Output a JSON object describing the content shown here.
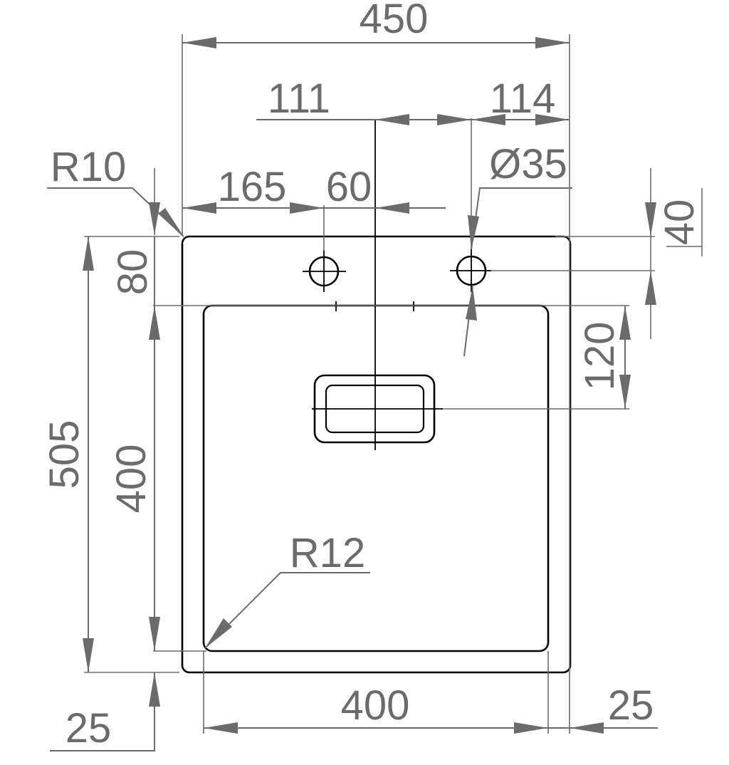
{
  "dimensions": {
    "overall_width": "450",
    "tap_hole_from_left": "111",
    "tap_hole_from_right": "114",
    "corner_radius_outer": "R10",
    "offset_left": "165",
    "offset_center": "60",
    "tap_hole_diameter": "Ø35",
    "tap_hole_from_top": "40",
    "bowl_from_top": "80",
    "drain_from_bowl_top": "120",
    "overall_depth": "505",
    "bowl_depth": "400",
    "corner_radius_bowl": "R12",
    "bowl_width": "400",
    "margin_bottom": "25",
    "margin_right": "25"
  },
  "colors": {
    "dimension": "#6b6b6b",
    "outline": "#000000",
    "background": "#ffffff"
  }
}
